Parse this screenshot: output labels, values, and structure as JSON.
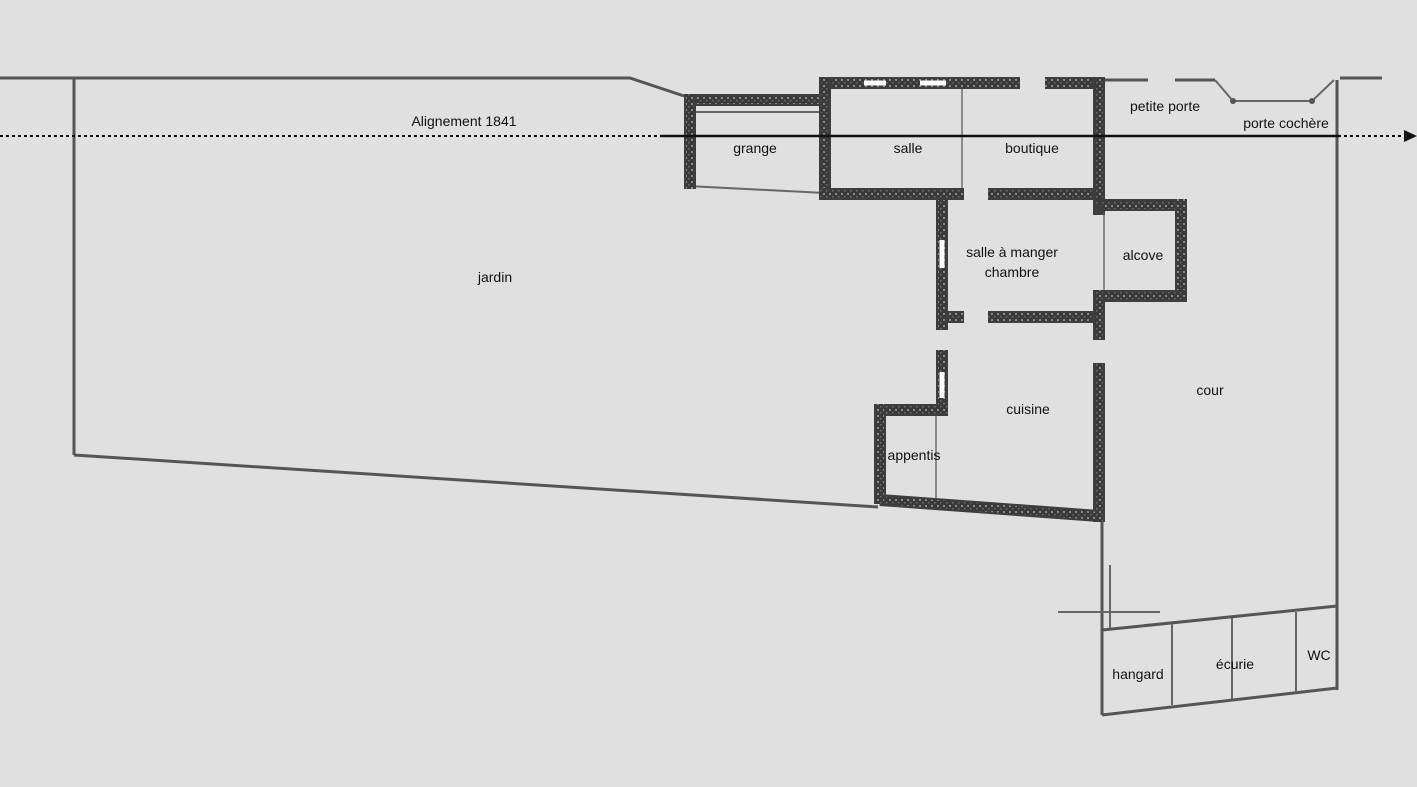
{
  "labels": {
    "alignement": "Alignement 1841",
    "grange": "grange",
    "salle": "salle",
    "boutique": "boutique",
    "petite_porte": "petite porte",
    "porte_cochere": "porte cochère",
    "jardin": "jardin",
    "salle_a_manger": "salle à manger",
    "chambre": "chambre",
    "alcove": "alcove",
    "cuisine": "cuisine",
    "cour": "cour",
    "appentis": "appentis",
    "hangard": "hangard",
    "ecurie": "écurie",
    "wc": "WC"
  },
  "colors": {
    "background": "#e0e0e0",
    "wall": "#3e3e3e",
    "line": "#555555",
    "alignment_line": "#111111"
  }
}
